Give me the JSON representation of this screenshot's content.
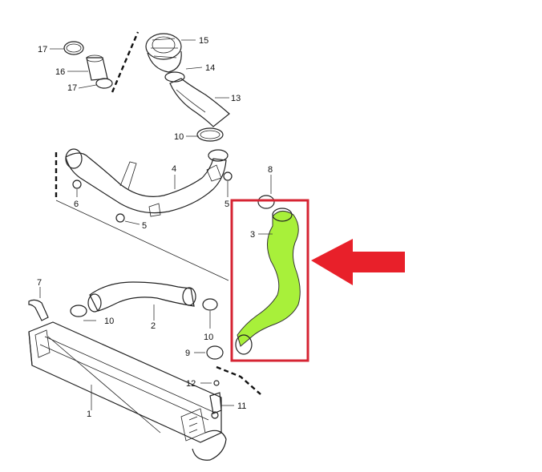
{
  "diagram": {
    "labels": {
      "p1": "1",
      "p2": "2",
      "p3": "3",
      "p4": "4",
      "p5a": "5",
      "p5b": "5",
      "p6": "6",
      "p7": "7",
      "p8": "8",
      "p9": "9",
      "p10a": "10",
      "p10b": "10",
      "p10c": "10",
      "p11": "11",
      "p12": "12",
      "p13": "13",
      "p14": "14",
      "p15": "15",
      "p16": "16",
      "p17a": "17",
      "p17b": "17"
    },
    "colors": {
      "highlight_hose": "#a8f03a",
      "highlight_box": "#d62433",
      "arrow": "#e8202a"
    },
    "icons": [
      "arrow-left-icon"
    ]
  }
}
